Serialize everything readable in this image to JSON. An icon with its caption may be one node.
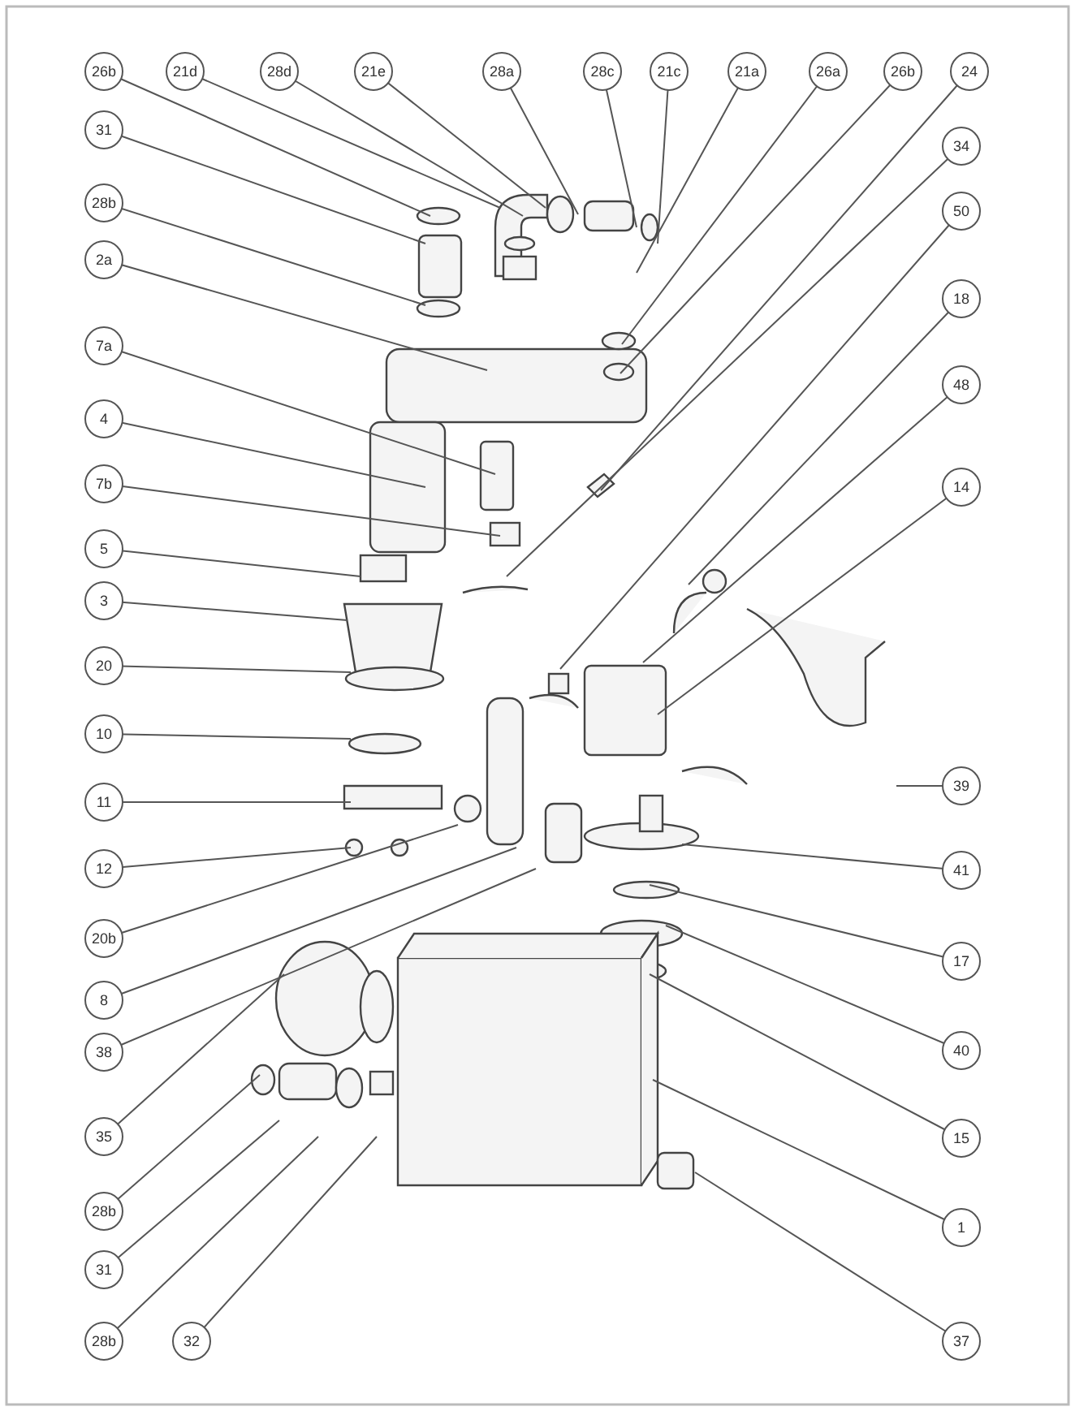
{
  "diagram": {
    "nodes": [
      {
        "text": [
          "26b"
        ]
      },
      {
        "text": [
          "21d"
        ]
      },
      {
        "text": [
          "28d"
        ]
      },
      {
        "text": [
          "21e"
        ]
      },
      {
        "text": [
          "28a"
        ]
      },
      {
        "text": [
          "28c"
        ]
      },
      {
        "text": [
          "21c"
        ]
      },
      {
        "text": [
          "21a"
        ]
      },
      {
        "text": [
          "26a"
        ]
      },
      {
        "text": [
          "26b"
        ]
      },
      {
        "text": [
          "24"
        ]
      },
      {
        "text": [
          "31"
        ]
      },
      {
        "text": [
          "28b"
        ]
      },
      {
        "text": [
          "2a"
        ]
      },
      {
        "text": [
          "7a"
        ]
      },
      {
        "text": [
          "4"
        ]
      },
      {
        "text": [
          "7b"
        ]
      },
      {
        "text": [
          "5"
        ]
      },
      {
        "text": [
          "3"
        ]
      },
      {
        "text": [
          "20"
        ]
      },
      {
        "text": [
          "10"
        ]
      },
      {
        "text": [
          "11"
        ]
      },
      {
        "text": [
          "12"
        ]
      },
      {
        "text": [
          "20b"
        ]
      },
      {
        "text": [
          "8"
        ]
      },
      {
        "text": [
          "38"
        ]
      },
      {
        "text": [
          "35"
        ]
      },
      {
        "text": [
          "28b"
        ]
      },
      {
        "text": [
          "31"
        ]
      },
      {
        "text": [
          "28b"
        ]
      },
      {
        "text": [
          "32"
        ]
      },
      {
        "text": [
          "34"
        ]
      },
      {
        "text": [
          "50"
        ]
      },
      {
        "text": [
          "18"
        ]
      },
      {
        "text": [
          "48"
        ]
      },
      {
        "text": [
          "14"
        ]
      },
      {
        "text": [
          "39"
        ]
      },
      {
        "text": [
          "41"
        ]
      },
      {
        "text": [
          "17"
        ]
      },
      {
        "text": [
          "40"
        ]
      },
      {
        "text": [
          "15"
        ]
      },
      {
        "text": [
          "1"
        ]
      },
      {
        "text": [
          "37"
        ]
      }
    ],
    "edges": [
      {
        "from": 0,
        "to": null,
        "arrow": "none"
      },
      {
        "from": 1,
        "to": null,
        "arrow": "none"
      },
      {
        "from": 2,
        "to": null,
        "arrow": "none"
      },
      {
        "from": 3,
        "to": null,
        "arrow": "none"
      },
      {
        "from": 4,
        "to": null,
        "arrow": "none"
      },
      {
        "from": 5,
        "to": null,
        "arrow": "none"
      },
      {
        "from": 6,
        "to": null,
        "arrow": "none"
      },
      {
        "from": 7,
        "to": null,
        "arrow": "none"
      },
      {
        "from": 8,
        "to": null,
        "arrow": "none"
      },
      {
        "from": 9,
        "to": null,
        "arrow": "none"
      },
      {
        "from": 10,
        "to": null,
        "arrow": "none"
      },
      {
        "from": 11,
        "to": null,
        "arrow": "none"
      },
      {
        "from": 12,
        "to": null,
        "arrow": "none"
      },
      {
        "from": 13,
        "to": null,
        "arrow": "none"
      },
      {
        "from": 14,
        "to": null,
        "arrow": "none"
      },
      {
        "from": 15,
        "to": null,
        "arrow": "none"
      },
      {
        "from": 16,
        "to": null,
        "arrow": "none"
      },
      {
        "from": 17,
        "to": null,
        "arrow": "none"
      },
      {
        "from": 18,
        "to": null,
        "arrow": "none"
      },
      {
        "from": 19,
        "to": null,
        "arrow": "none"
      },
      {
        "from": 20,
        "to": null,
        "arrow": "none"
      },
      {
        "from": 21,
        "to": null,
        "arrow": "none"
      },
      {
        "from": 22,
        "to": null,
        "arrow": "none"
      },
      {
        "from": 23,
        "to": null,
        "arrow": "none"
      },
      {
        "from": 24,
        "to": null,
        "arrow": "none"
      },
      {
        "from": 25,
        "to": null,
        "arrow": "none"
      },
      {
        "from": 26,
        "to": null,
        "arrow": "none"
      },
      {
        "from": 27,
        "to": null,
        "arrow": "none"
      },
      {
        "from": 28,
        "to": null,
        "arrow": "none"
      },
      {
        "from": 29,
        "to": null,
        "arrow": "none"
      },
      {
        "from": 30,
        "to": null,
        "arrow": "none"
      },
      {
        "from": 31,
        "to": null,
        "arrow": "none"
      },
      {
        "from": 32,
        "to": null,
        "arrow": "none"
      },
      {
        "from": 33,
        "to": null,
        "arrow": "none"
      },
      {
        "from": 34,
        "to": null,
        "arrow": "none"
      },
      {
        "from": 35,
        "to": null,
        "arrow": "none"
      },
      {
        "from": 36,
        "to": null,
        "arrow": "none"
      },
      {
        "from": 37,
        "to": null,
        "arrow": "none"
      },
      {
        "from": 38,
        "to": null,
        "arrow": "none"
      },
      {
        "from": 39,
        "to": null,
        "arrow": "none"
      },
      {
        "from": 40,
        "to": null,
        "arrow": "none"
      },
      {
        "from": 41,
        "to": null,
        "arrow": "none"
      },
      {
        "from": 42,
        "to": null,
        "arrow": "none"
      }
    ]
  }
}
